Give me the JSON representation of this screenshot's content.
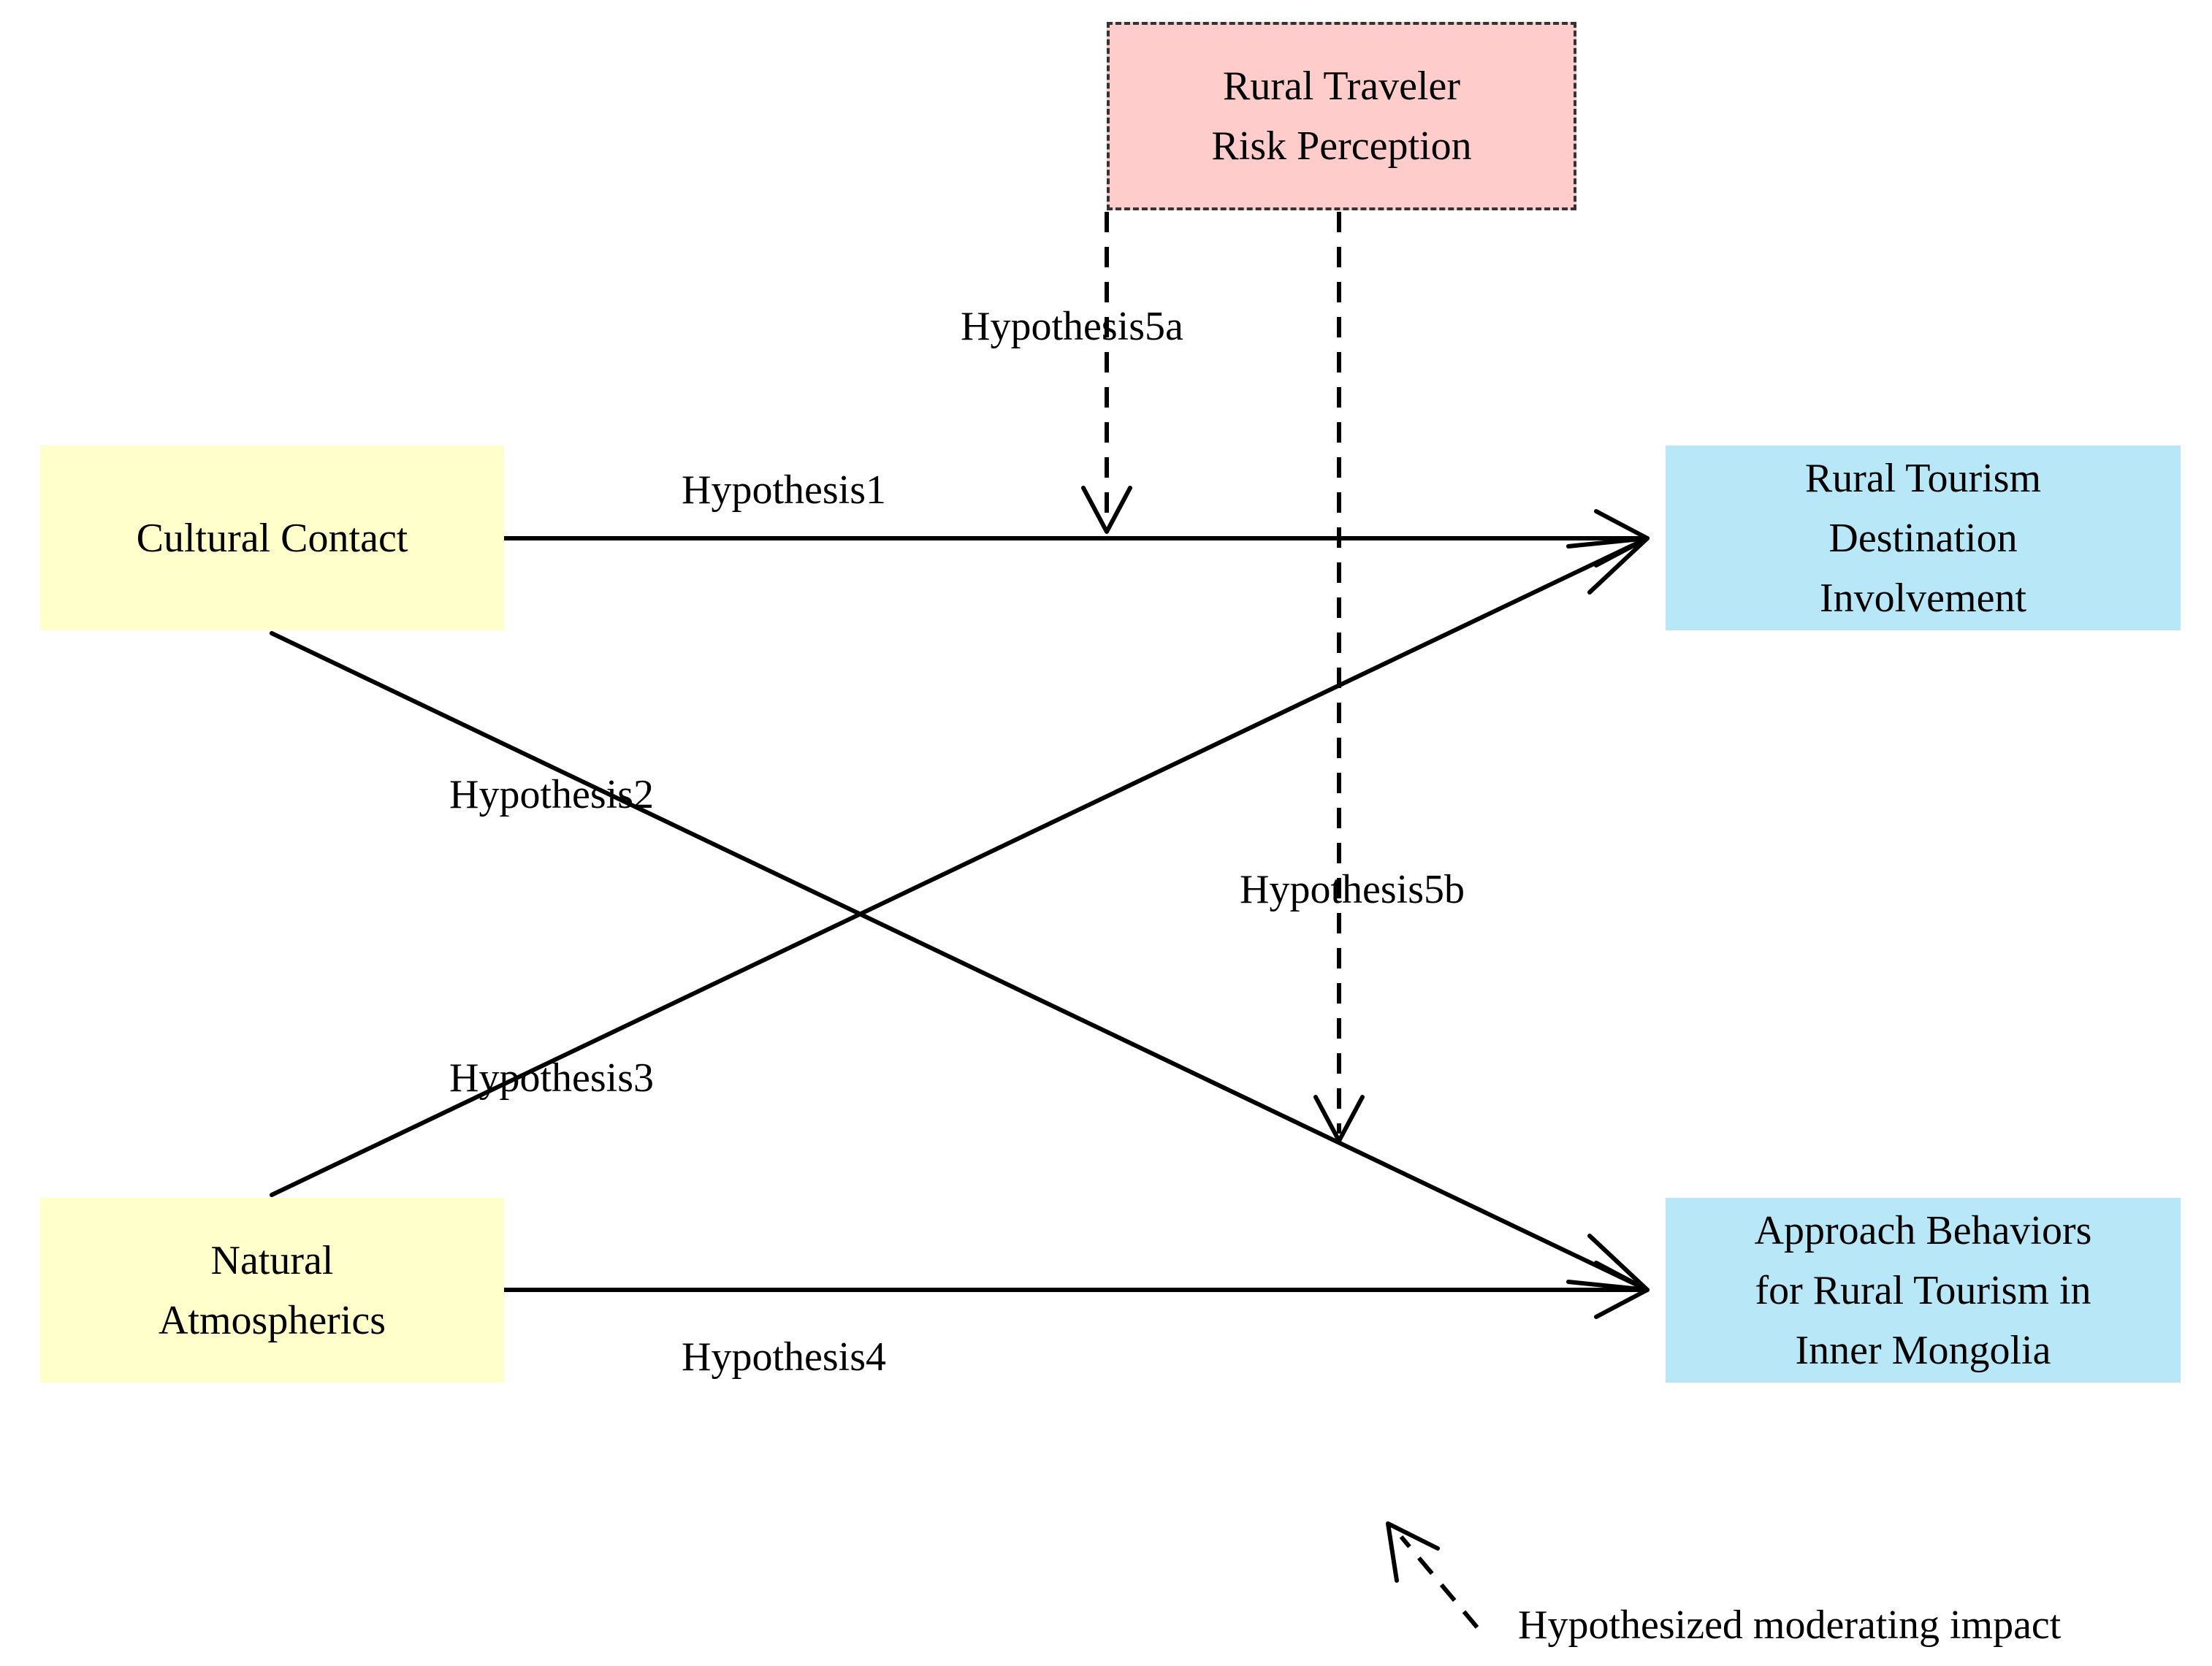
{
  "nodes": {
    "cultural_contact": {
      "lines": [
        "Cultural Contact"
      ]
    },
    "natural_atmospherics": {
      "lines": [
        "Natural",
        "Atmospherics"
      ]
    },
    "destination_involvement": {
      "lines": [
        "Rural Tourism",
        "Destination",
        "Involvement"
      ]
    },
    "approach_behaviors": {
      "lines": [
        "Approach Behaviors",
        "for Rural Tourism in",
        "Inner Mongolia"
      ]
    },
    "risk_perception": {
      "lines": [
        "Rural Traveler",
        "Risk Perception"
      ]
    }
  },
  "edges": {
    "h1": "Hypothesis1",
    "h2": "Hypothesis2",
    "h3": "Hypothesis3",
    "h4": "Hypothesis4",
    "h5a": "Hypothesis5a",
    "h5b": "Hypothesis5b"
  },
  "legend": {
    "moderating": "Hypothesized moderating impact"
  },
  "colors": {
    "independent": "#ffffcc",
    "dependent": "#b8e8f8",
    "moderator": "#ffcccc",
    "line": "#000000"
  }
}
